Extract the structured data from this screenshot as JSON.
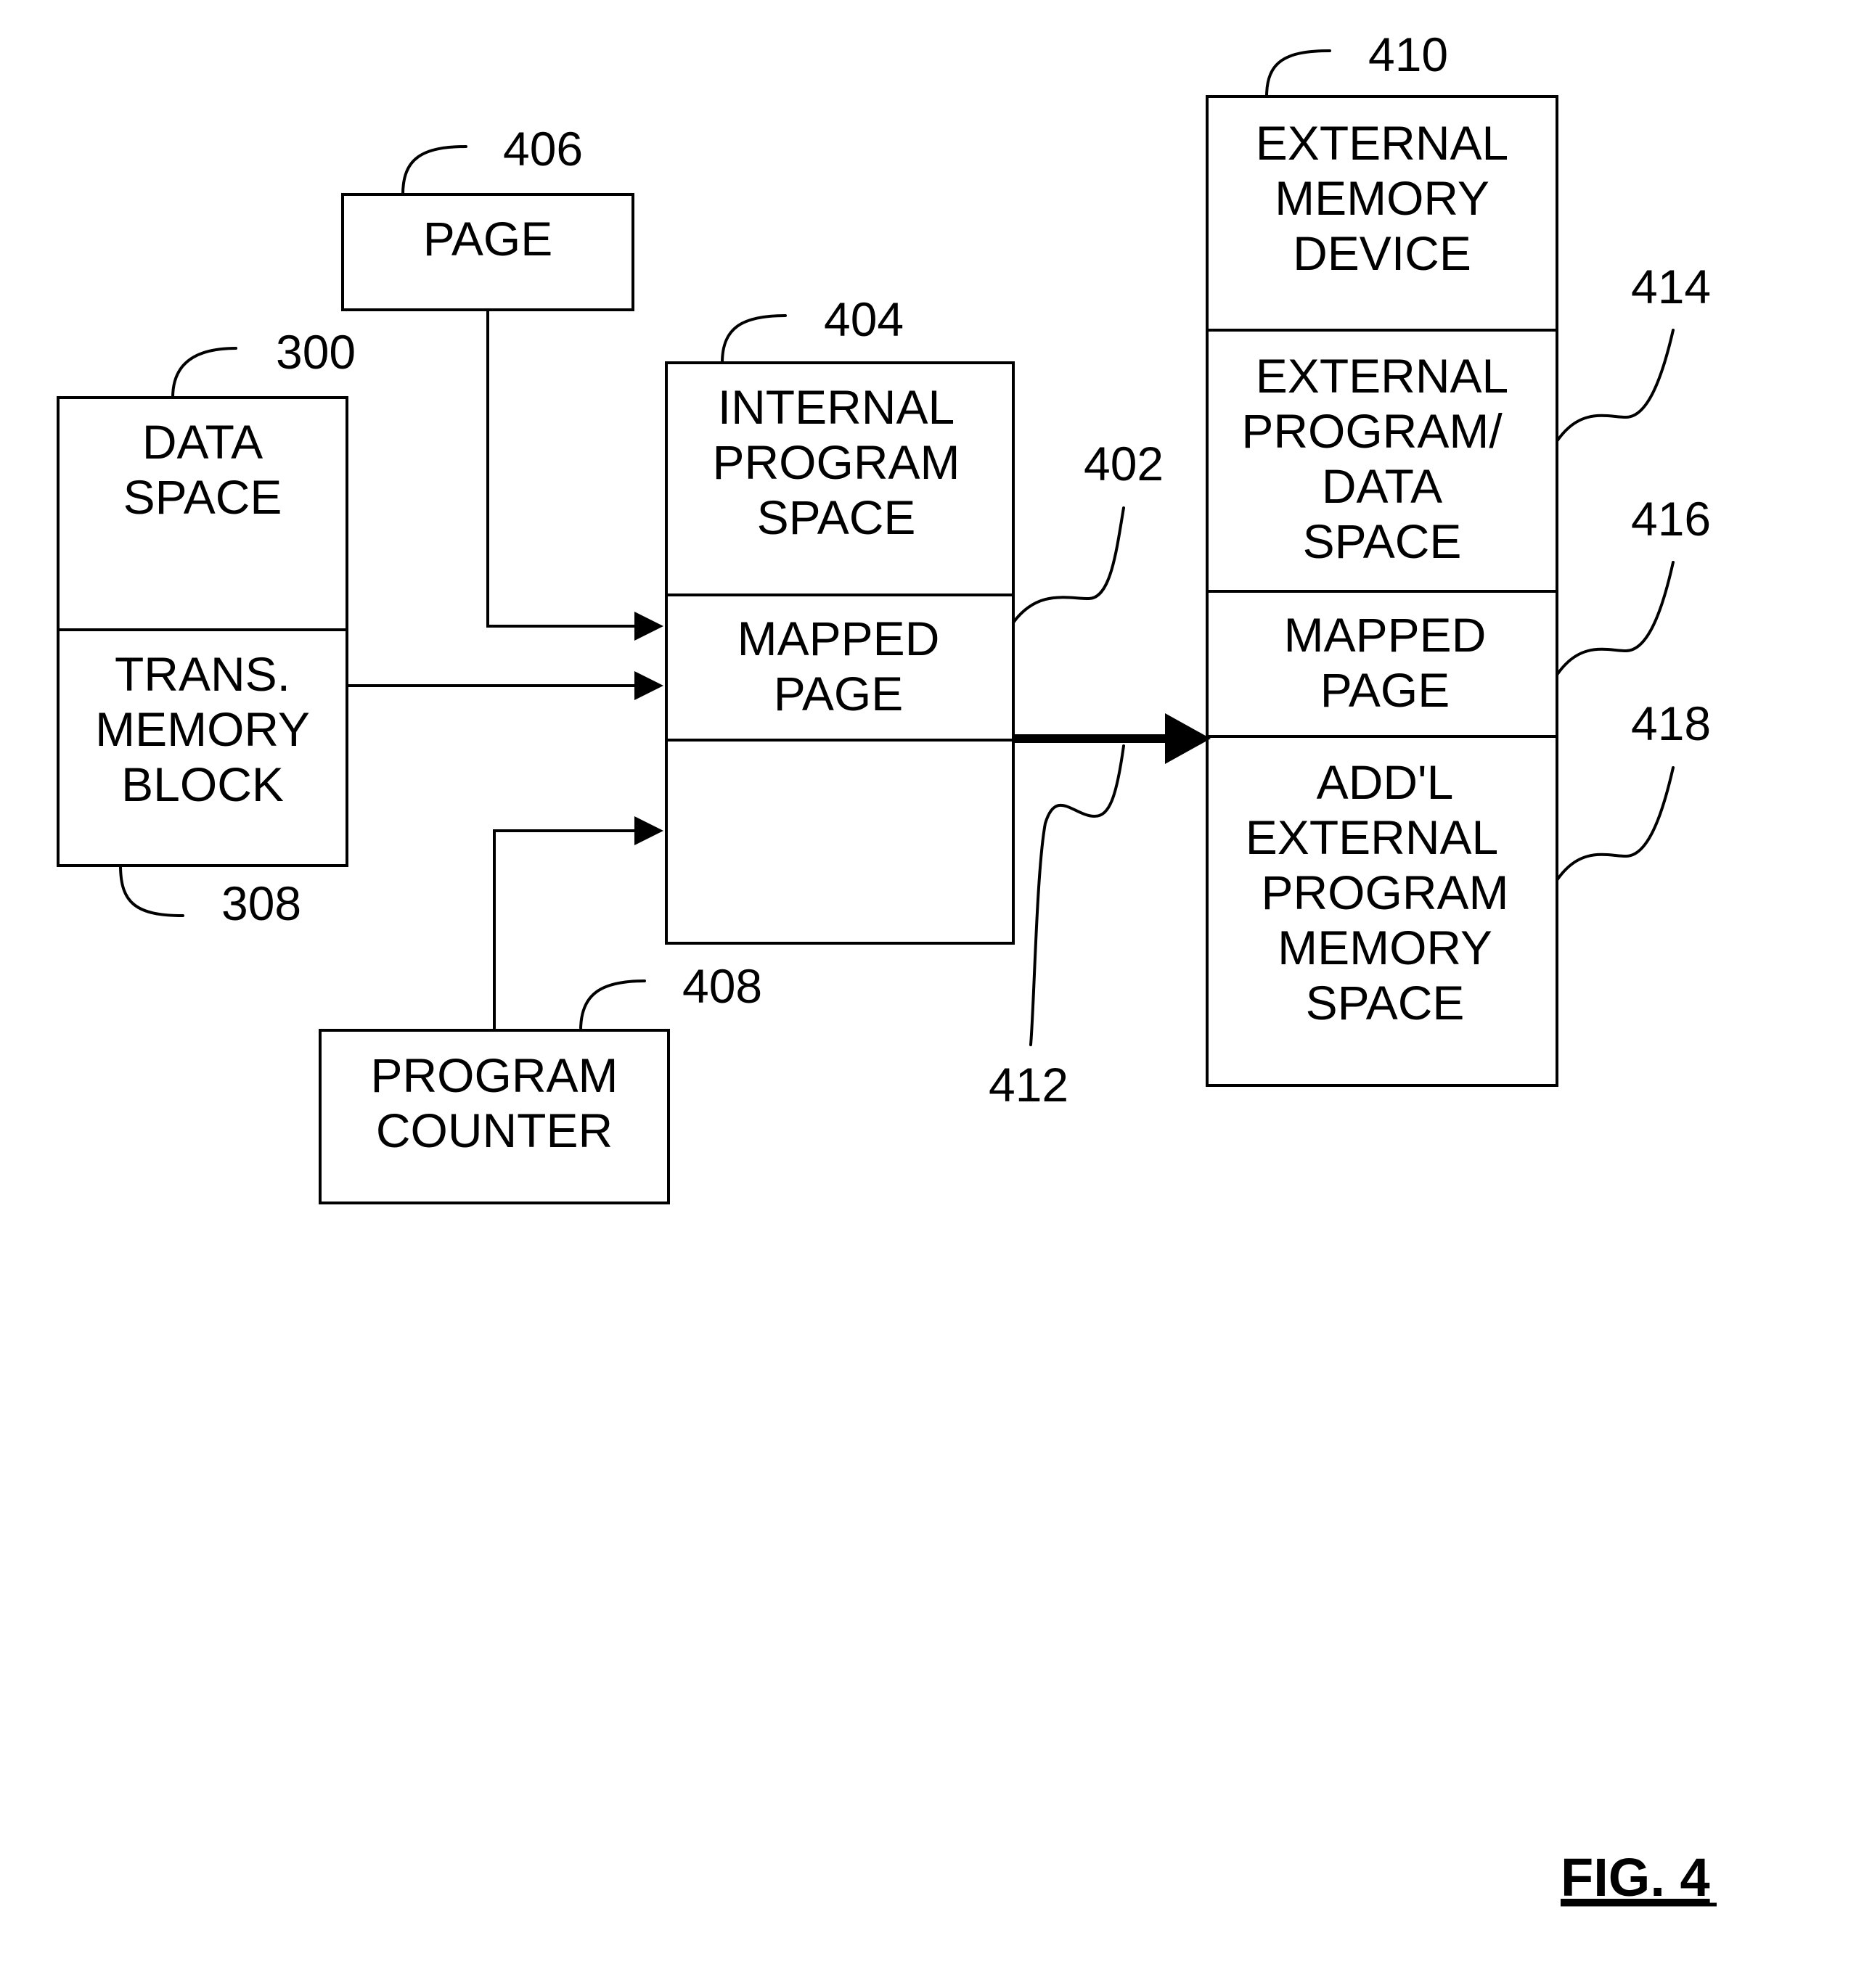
{
  "figure": {
    "label": "FIG. 4"
  },
  "blocks": {
    "data_space": {
      "ref": "300",
      "upper": [
        "DATA",
        "SPACE"
      ],
      "lower": [
        "TRANS.",
        "MEMORY",
        "BLOCK"
      ],
      "lower_ref": "308"
    },
    "page": {
      "ref": "406",
      "label": [
        "PAGE"
      ]
    },
    "internal_program_space": {
      "ref": "404",
      "top": [
        "INTERNAL",
        "PROGRAM",
        "SPACE"
      ],
      "middle": [
        "MAPPED",
        "PAGE"
      ],
      "middle_ref": "402"
    },
    "program_counter": {
      "ref": "408",
      "label": [
        "PROGRAM",
        "COUNTER"
      ]
    },
    "external_memory_device": {
      "ref": "410",
      "sections": [
        {
          "lines": [
            "EXTERNAL",
            "MEMORY",
            "DEVICE"
          ]
        },
        {
          "lines": [
            "EXTERNAL",
            "PROGRAM/",
            "DATA",
            "SPACE"
          ],
          "ref": "414"
        },
        {
          "lines": [
            "MAPPED",
            "PAGE"
          ],
          "ref": "416"
        },
        {
          "lines": [
            "ADD'L",
            "EXTERNAL",
            "PROGRAM",
            "MEMORY",
            "SPACE"
          ],
          "ref": "418"
        }
      ]
    }
  },
  "connections": {
    "bus_ref": "412"
  }
}
